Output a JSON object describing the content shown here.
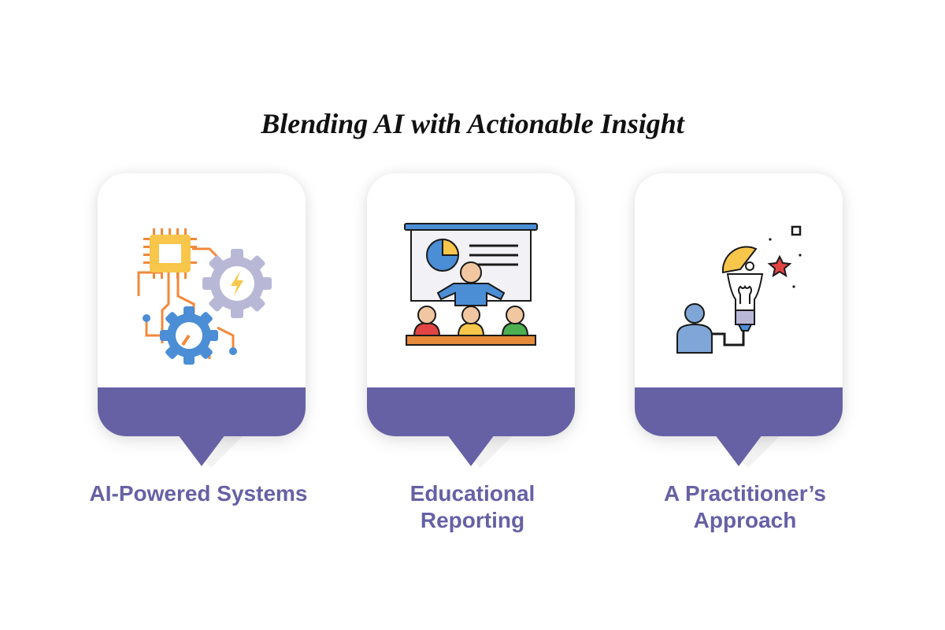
{
  "title": "Blending AI with Actionable Insight",
  "colors": {
    "accent": "#6661a5",
    "orange": "#f2883a",
    "yellow": "#f7c64a",
    "blue": "#4b8ed6",
    "grey": "#b8b8d6"
  },
  "cards": [
    {
      "label": "AI-Powered Systems",
      "icon": "chip-gears-icon"
    },
    {
      "label_line1": "Educational",
      "label_line2": "Reporting",
      "icon": "presentation-icon"
    },
    {
      "label_line1": "A Practitioner’s",
      "label_line2": "Approach",
      "icon": "person-lightbulb-icon"
    }
  ]
}
